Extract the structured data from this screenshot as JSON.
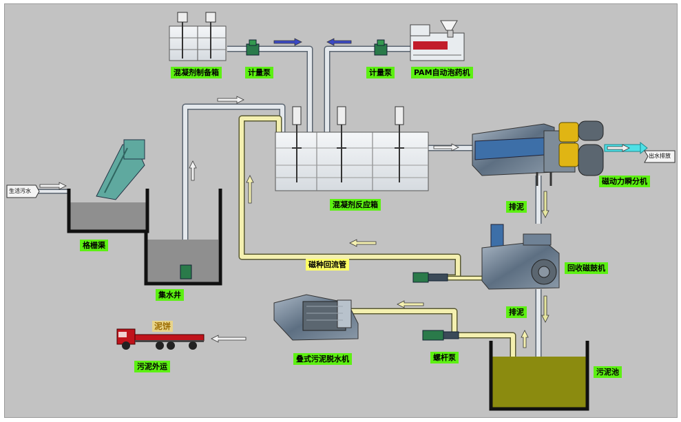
{
  "labels": {
    "domestic_sewage": "生活污水",
    "effluent_discharge": "出水排放",
    "coagulant_prep_tank": "混凝剂制备箱",
    "metering_pump_left": "计量泵",
    "metering_pump_right": "计量泵",
    "pam_doser": "PAM自动泡药机",
    "coagulation_reaction_tank": "混凝剂反应箱",
    "dynamic_separator": "磁动力瞬分机",
    "grille_channel": "格栅渠",
    "collection_well": "集水井",
    "sludge_discharge_1": "排泥",
    "magnetic_recovery": "回收磁鼓机",
    "magnetic_return_pipe": "磁种回流管",
    "sludge_discharge_2": "排泥",
    "screw_press": "叠式污泥脱水机",
    "screw_pump": "螺杆泵",
    "sludge_tank": "污泥池",
    "sludge_cake": "泥饼",
    "sludge_transport": "污泥外运"
  },
  "colors": {
    "background": "#c2c2c2",
    "label_bg": "#5cf012",
    "label_highlight": "#ffff66",
    "pipe_gray": "#d9dde2",
    "pipe_yellow": "#f2efaa",
    "water": "#8f8f8f",
    "sludge": "#8b8b0f",
    "equipment_blue": "#6f8fb0",
    "truck_red": "#c0131b"
  }
}
